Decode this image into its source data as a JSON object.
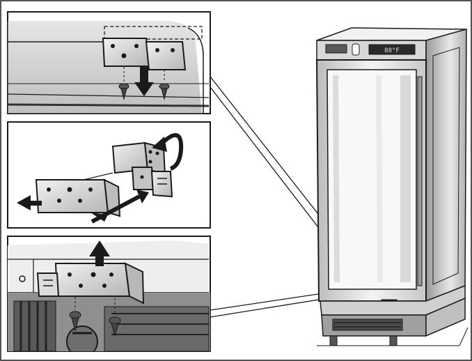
{
  "figure": {
    "panels": [
      {
        "id": "top",
        "step": "remove-bracket",
        "arrow": "down"
      },
      {
        "id": "middle",
        "step": "reconfigure-bracket",
        "arrow": "rotate"
      },
      {
        "id": "bottom",
        "step": "install-bracket",
        "arrow": "up"
      }
    ],
    "appliance": {
      "display_text": "88°F",
      "icon": "control-display-icon"
    },
    "colors": {
      "ink": "#1a1a1a",
      "metal_light": "#e6e6e6",
      "metal_mid": "#a8a8a8",
      "metal_dark": "#4a4a4a",
      "glass": "#f0f0f0",
      "background": "#ffffff"
    }
  }
}
